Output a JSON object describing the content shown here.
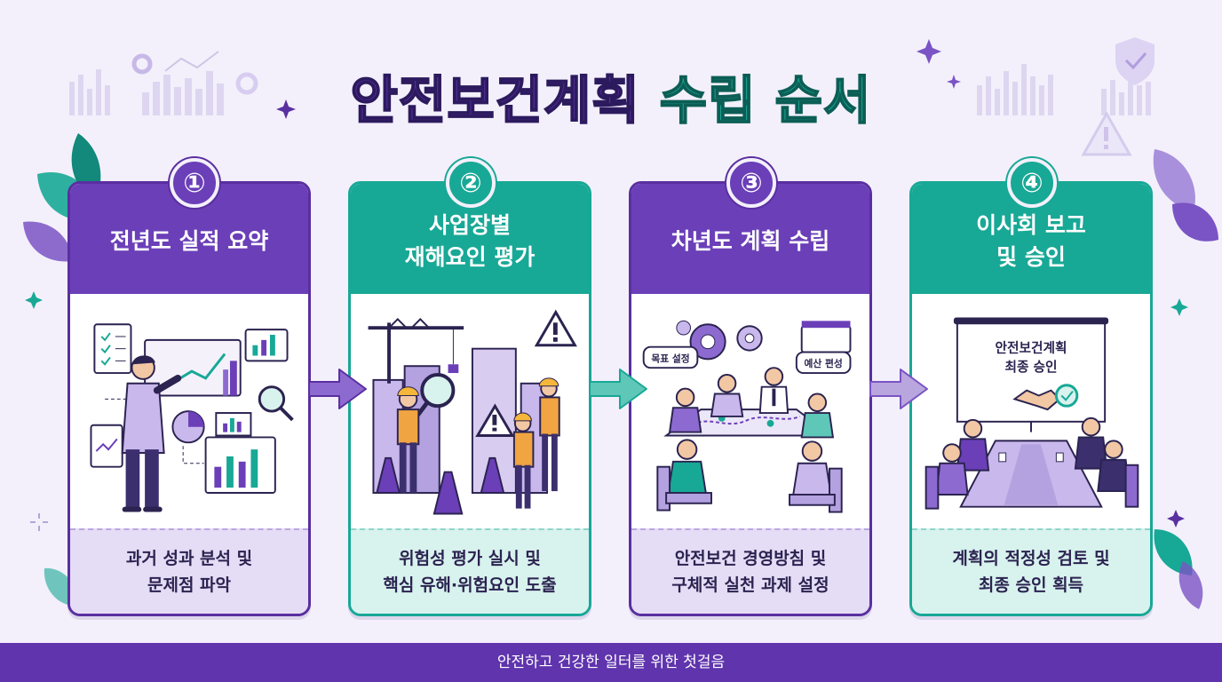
{
  "title": {
    "part1": "안전보건계획",
    "part2": "수립 순서"
  },
  "colors": {
    "purple": "#6b3fb8",
    "teal": "#18a896",
    "dark": "#2b2350"
  },
  "steps": [
    {
      "number": "①",
      "title": "전년도 실적 요약",
      "description": "과거 성과 분석 및\n문제점 파악"
    },
    {
      "number": "②",
      "title": "사업장별\n재해요인 평가",
      "description": "위험성 평가 실시 및\n핵심 유해·위험요인 도출"
    },
    {
      "number": "③",
      "title": "차년도 계획 수립",
      "description": "안전보건 경영방침 및\n구체적 실천 과제 설정",
      "labels": {
        "goal": "목표 설정",
        "budget": "예산 편성"
      }
    },
    {
      "number": "④",
      "title": "이사회 보고\n및 승인",
      "description": "계획의 적정성 검토 및\n최종 승인 획득",
      "board": {
        "line1": "안전보건계획",
        "line2": "최종 승인"
      }
    }
  ],
  "footer": "안전하고 건강한 일터를 위한 첫걸음"
}
